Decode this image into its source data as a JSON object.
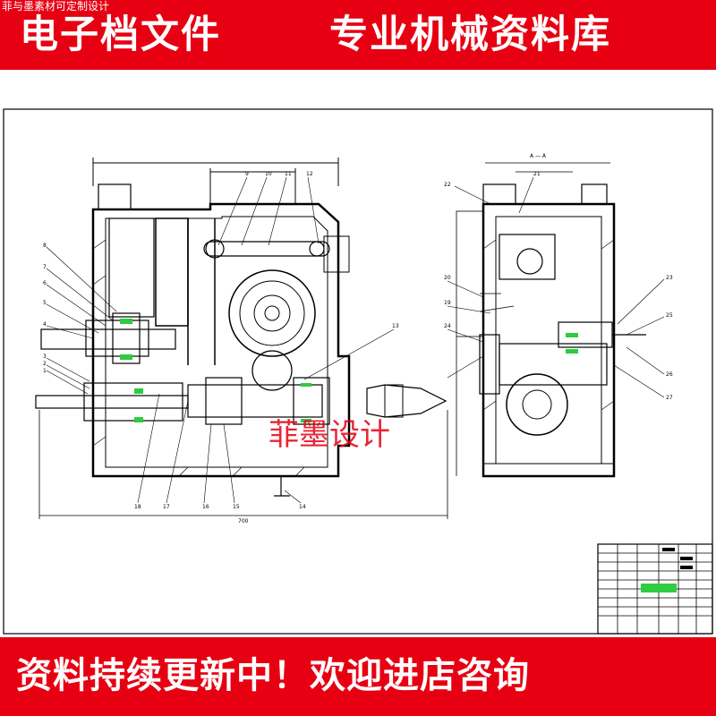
{
  "header": {
    "corner_text": "菲与墨素材可定制设计",
    "title_left": "电子档文件",
    "title_right": "专业机械资料库"
  },
  "drawing": {
    "section_label": "A — A",
    "dim_total_width": "700",
    "watermark": "菲墨设计",
    "part_numbers_left": [
      "8",
      "7",
      "6",
      "5",
      "4",
      "3",
      "2",
      "1"
    ],
    "part_numbers_top": [
      "9",
      "10",
      "11",
      "12"
    ],
    "part_numbers_bottom": [
      "18",
      "17",
      "16",
      "15",
      "14"
    ],
    "part_numbers_right_view": [
      "22",
      "21",
      "20",
      "19",
      "24",
      "23",
      "25",
      "26",
      "27"
    ],
    "part_number_13": "13"
  },
  "footer": {
    "slogan": "资料持续更新中！欢迎进店咨询"
  },
  "colors": {
    "banner_red": "#e60012",
    "banner_text": "#ffffff",
    "line_black": "#000000",
    "highlight_green": "#2ecc40"
  }
}
